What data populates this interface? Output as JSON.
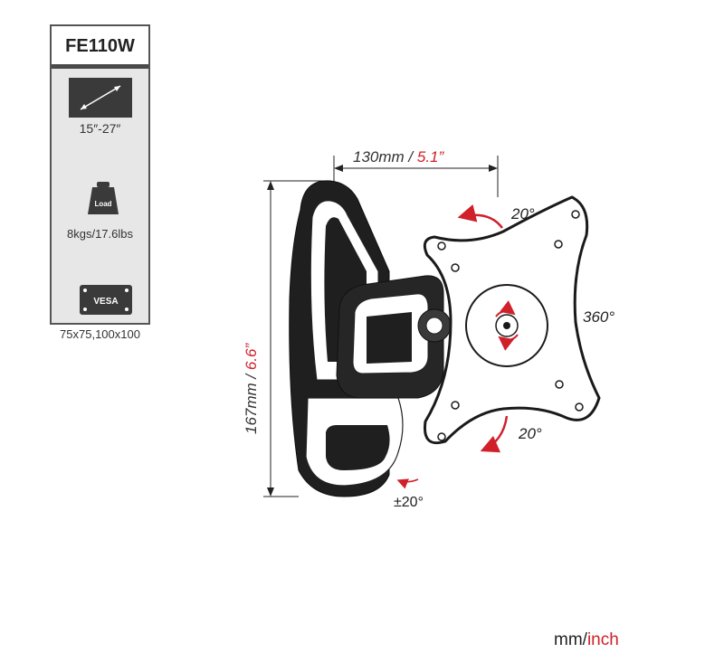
{
  "spec": {
    "model": "FE110W",
    "screen_size": "15″-27″",
    "load_icon_label": "Load",
    "load": "8kgs/17.6lbs",
    "vesa_icon_label": "VESA",
    "vesa": "75x75,100x100"
  },
  "dimensions": {
    "width_mm": "130mm / ",
    "width_inch": "5.1”",
    "height_mm": "167mm / ",
    "height_inch": "6.6”"
  },
  "angles": {
    "tilt_up": "20°",
    "tilt_down": "20°",
    "rotation": "360°",
    "swivel": "±20°"
  },
  "units": {
    "mm": "mm/",
    "inch": "inch"
  },
  "colors": {
    "accent": "#d0202a",
    "panel_bg": "#e7e7e7",
    "panel_border": "#555555",
    "line": "#222222"
  }
}
